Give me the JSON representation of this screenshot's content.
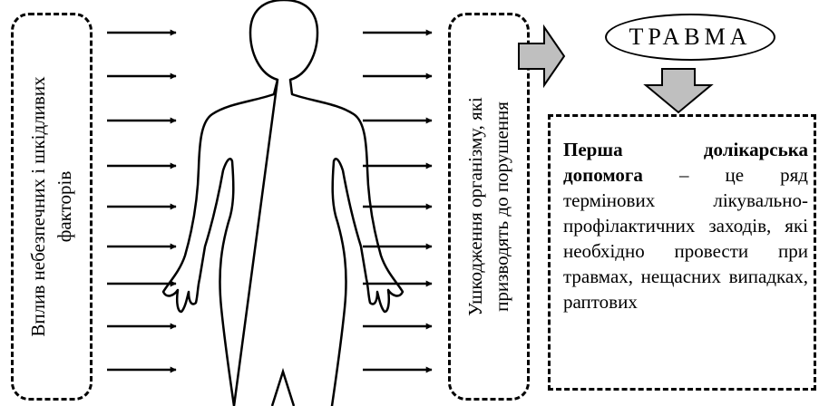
{
  "left_box": {
    "lines": [
      "Вплив небезпечних і шкідливих",
      "факторів"
    ]
  },
  "middle_box": {
    "lines": [
      "Ушкодження організму, які",
      "призводять до порушення"
    ]
  },
  "trauma": {
    "label": "ТРАВМА"
  },
  "definition": {
    "term": "Перша долікарська допомога",
    "text": " – це ряд термінових лікувально-профілактичних заходів, які необхідно провести при травмах, нещасних випадках, раптових"
  },
  "colors": {
    "line": "#000000",
    "arrow_fill": "#bfbfbf",
    "background": "#ffffff"
  }
}
